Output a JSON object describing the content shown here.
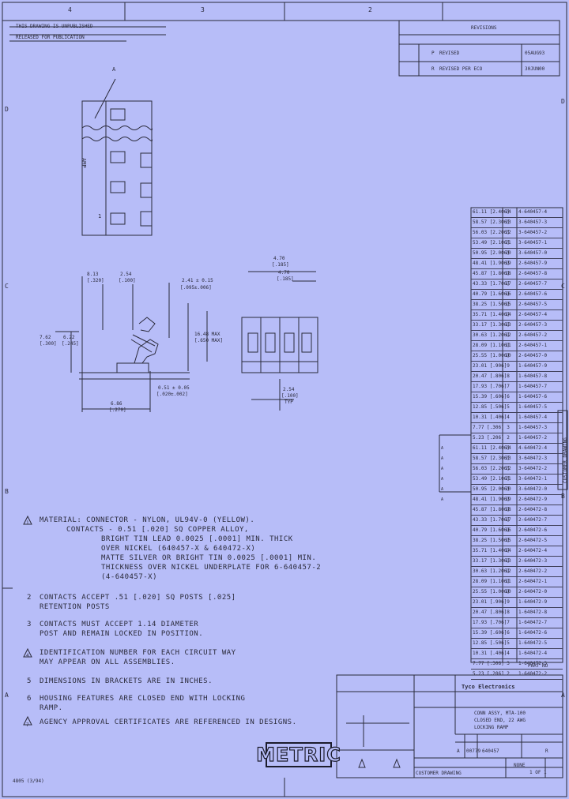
{
  "zones_top": [
    "4",
    "3",
    "2"
  ],
  "zones_left": [
    "D",
    "C",
    "B",
    "A"
  ],
  "zones_right": [
    "D",
    "C",
    "B",
    "A"
  ],
  "header": {
    "left_line1": "THIS DRAWING IS UNPUBLISHED",
    "left_line2": "RELEASED FOR PUBLICATION",
    "rev_title": "REVISIONS",
    "rev_rows": [
      {
        "ltr": "P",
        "desc": "REVISED",
        "date": "05AUG93"
      },
      {
        "ltr": "R",
        "desc": "REVISED PER ECO",
        "date": "30JUN00"
      }
    ]
  },
  "detail_labels": [
    "A",
    "AMP",
    "1"
  ],
  "dims": {
    "d_a": "8.13",
    "d_a_in": "[.320]",
    "d_b": "2.54",
    "d_b_in": "[.100]",
    "d_c": "2.41 ± 0.15",
    "d_c_in": "[.095±.006]",
    "d_d": "7.62",
    "d_d_in": "[.300]",
    "d_e": "6.22",
    "d_e_in": "[.245]",
    "d_f": "16.48 MAX",
    "d_f_in": "[.650 MAX]",
    "d_g": "0.51 ± 0.05",
    "d_g_in": "[.020±.002]",
    "d_h": "6.86",
    "d_h_in": "[.270]",
    "d_i": "4.70",
    "d_i_in": "[.185]",
    "d_j": "4.70",
    "d_j_in": "[.185]",
    "d_k": "2.54",
    "d_k_in": "[.100]",
    "d_k_sub": "TYP"
  },
  "notes": [
    {
      "num": "1",
      "flag": true,
      "text": [
        "MATERIAL: CONNECTOR - NYLON, UL94V-0 (YELLOW).",
        "CONTACTS - 0.51 [.020] SQ COPPER ALLOY,",
        "BRIGHT TIN LEAD 0.0025 [.0001] MIN. THICK",
        "OVER NICKEL (640457-X & 640472-X)",
        "MATTE SILVER OR BRIGHT TIN 0.0025 [.0001] MIN.",
        "THICKNESS OVER NICKEL UNDERPLATE FOR 6-640457-2",
        "(4-640457-X)"
      ]
    },
    {
      "num": "2",
      "flag": false,
      "text": [
        "CONTACTS ACCEPT .51 [.020] SQ POSTS [.025]",
        "RETENTION POSTS"
      ]
    },
    {
      "num": "3",
      "flag": false,
      "text": [
        "CONTACTS MUST ACCEPT 1.14 DIAMETER",
        "POST AND REMAIN LOCKED IN POSITION."
      ]
    },
    {
      "num": "4",
      "flag": true,
      "text": [
        "IDENTIFICATION NUMBER FOR EACH CIRCUIT WAY",
        "MAY APPEAR ON ALL ASSEMBLIES."
      ]
    },
    {
      "num": "5",
      "flag": false,
      "text": [
        "DIMENSIONS IN BRACKETS ARE IN INCHES."
      ]
    },
    {
      "num": "6",
      "flag": false,
      "text": [
        "HOUSING FEATURES ARE CLOSED END WITH LOCKING",
        "RAMP."
      ]
    },
    {
      "num": "7",
      "flag": true,
      "text": [
        "AGENCY APPROVAL CERTIFICATES ARE REFERENCED IN DESIGNS."
      ]
    }
  ],
  "table_rows": [
    {
      "dim": "61.11 [2.406]",
      "pos": "24",
      "part": "4-640457-4",
      "flag": ""
    },
    {
      "dim": "58.57 [2.306]",
      "pos": "23",
      "part": "3-640457-3",
      "flag": ""
    },
    {
      "dim": "56.03 [2.206]",
      "pos": "22",
      "part": "3-640457-2",
      "flag": ""
    },
    {
      "dim": "53.49 [2.106]",
      "pos": "21",
      "part": "3-640457-1",
      "flag": ""
    },
    {
      "dim": "50.95 [2.006]",
      "pos": "20",
      "part": "3-640457-0",
      "flag": ""
    },
    {
      "dim": "48.41 [1.906]",
      "pos": "19",
      "part": "2-640457-9",
      "flag": ""
    },
    {
      "dim": "45.87 [1.806]",
      "pos": "18",
      "part": "2-640457-8",
      "flag": ""
    },
    {
      "dim": "43.33 [1.706]",
      "pos": "17",
      "part": "2-640457-7",
      "flag": ""
    },
    {
      "dim": "40.79 [1.606]",
      "pos": "16",
      "part": "2-640457-6",
      "flag": ""
    },
    {
      "dim": "38.25 [1.506]",
      "pos": "15",
      "part": "2-640457-5",
      "flag": ""
    },
    {
      "dim": "35.71 [1.406]",
      "pos": "14",
      "part": "2-640457-4",
      "flag": ""
    },
    {
      "dim": "33.17 [1.306]",
      "pos": "13",
      "part": "2-640457-3",
      "flag": ""
    },
    {
      "dim": "30.63 [1.206]",
      "pos": "12",
      "part": "2-640457-2",
      "flag": ""
    },
    {
      "dim": "28.09 [1.106]",
      "pos": "11",
      "part": "2-640457-1",
      "flag": ""
    },
    {
      "dim": "25.55 [1.006]",
      "pos": "10",
      "part": "2-640457-0",
      "flag": ""
    },
    {
      "dim": "23.01 [.906]",
      "pos": "9",
      "part": "1-640457-9",
      "flag": ""
    },
    {
      "dim": "20.47 [.806]",
      "pos": "8",
      "part": "1-640457-8",
      "flag": ""
    },
    {
      "dim": "17.93 [.706]",
      "pos": "7",
      "part": "1-640457-7",
      "flag": ""
    },
    {
      "dim": "15.39 [.606]",
      "pos": "6",
      "part": "1-640457-6",
      "flag": ""
    },
    {
      "dim": "12.85 [.506]",
      "pos": "5",
      "part": "1-640457-5",
      "flag": ""
    },
    {
      "dim": "10.31 [.406]",
      "pos": "4",
      "part": "1-640457-4",
      "flag": ""
    },
    {
      "dim": "7.77 [.306]",
      "pos": "3",
      "part": "1-640457-3",
      "flag": ""
    },
    {
      "dim": "5.23 [.206]",
      "pos": "2",
      "part": "1-640457-2",
      "flag": ""
    },
    {
      "dim": "61.11 [2.406]",
      "pos": "24",
      "part": "4-640472-4",
      "flag": "A"
    },
    {
      "dim": "58.57 [2.306]",
      "pos": "23",
      "part": "3-640472-3",
      "flag": "A"
    },
    {
      "dim": "56.03 [2.206]",
      "pos": "22",
      "part": "3-640472-2",
      "flag": "A"
    },
    {
      "dim": "53.49 [2.106]",
      "pos": "21",
      "part": "3-640472-1",
      "flag": "A"
    },
    {
      "dim": "50.95 [2.006]",
      "pos": "20",
      "part": "3-640472-0",
      "flag": "A"
    },
    {
      "dim": "48.41 [1.906]",
      "pos": "19",
      "part": "2-640472-9",
      "flag": "A"
    },
    {
      "dim": "45.87 [1.806]",
      "pos": "18",
      "part": "2-640472-8",
      "flag": ""
    },
    {
      "dim": "43.33 [1.706]",
      "pos": "17",
      "part": "2-640472-7",
      "flag": ""
    },
    {
      "dim": "40.79 [1.606]",
      "pos": "16",
      "part": "2-640472-6",
      "flag": ""
    },
    {
      "dim": "38.25 [1.506]",
      "pos": "15",
      "part": "2-640472-5",
      "flag": ""
    },
    {
      "dim": "35.71 [1.406]",
      "pos": "14",
      "part": "2-640472-4",
      "flag": ""
    },
    {
      "dim": "33.17 [1.306]",
      "pos": "13",
      "part": "2-640472-3",
      "flag": ""
    },
    {
      "dim": "30.63 [1.206]",
      "pos": "12",
      "part": "2-640472-2",
      "flag": ""
    },
    {
      "dim": "28.09 [1.106]",
      "pos": "11",
      "part": "2-640472-1",
      "flag": ""
    },
    {
      "dim": "25.55 [1.006]",
      "pos": "10",
      "part": "2-640472-0",
      "flag": ""
    },
    {
      "dim": "23.01 [.906]",
      "pos": "9",
      "part": "1-640472-9",
      "flag": ""
    },
    {
      "dim": "20.47 [.806]",
      "pos": "8",
      "part": "1-640472-8",
      "flag": ""
    },
    {
      "dim": "17.93 [.706]",
      "pos": "7",
      "part": "1-640472-7",
      "flag": ""
    },
    {
      "dim": "15.39 [.606]",
      "pos": "6",
      "part": "1-640472-6",
      "flag": ""
    },
    {
      "dim": "12.85 [.506]",
      "pos": "5",
      "part": "1-640472-5",
      "flag": ""
    },
    {
      "dim": "10.31 [.406]",
      "pos": "4",
      "part": "1-640472-4",
      "flag": ""
    },
    {
      "dim": "7.77 [.306]",
      "pos": "3",
      "part": "1-640472-3",
      "flag": ""
    },
    {
      "dim": "5.23 [.206]",
      "pos": "2",
      "part": "1-640472-2",
      "flag": ""
    }
  ],
  "table_footer": "PART NO",
  "title_block": {
    "company": "Tyco Electronics",
    "title_line1": "CONN ASSY, MTA-100",
    "title_line2": "CLOSED END, 22 AWG",
    "title_line3": "LOCKING RAMP",
    "size": "A",
    "cage": "00779",
    "dwg_no": "640457",
    "scale": "NONE",
    "sheet": "1 OF 1",
    "rev": "R",
    "customer": "CUSTOMER DRAWING"
  },
  "side_stamp": "CUSTOMER DRAWING",
  "metric_label": "METRIC",
  "bottom_left": "4805 (3/94)"
}
